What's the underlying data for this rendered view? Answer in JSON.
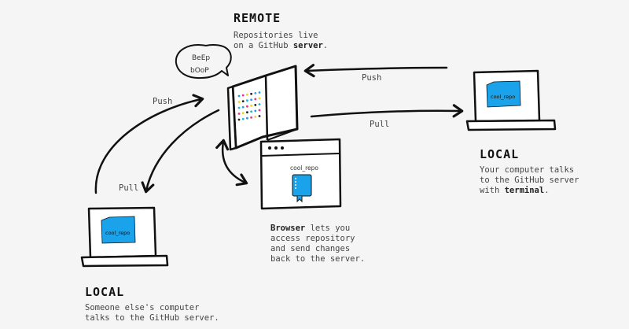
{
  "remote": {
    "heading": "REMOTE",
    "desc_a": "Repositories live\non a GitHub ",
    "desc_bold": "server",
    "desc_b": "."
  },
  "bubble": {
    "line1": "BeEp",
    "line2": "bOoP"
  },
  "local_right": {
    "heading": "LOCAL",
    "desc_a": "Your computer talks\nto the GitHub server\nwith ",
    "desc_bold": "terminal",
    "desc_b": ".",
    "folder_label": "cool_repo"
  },
  "local_left": {
    "heading": "LOCAL",
    "desc": "Someone else's computer\ntalks to the GitHub server.",
    "folder_label": "cool_repo"
  },
  "browser": {
    "repo_label": "cool_repo",
    "desc_bold": "Browser",
    "desc_rest": " lets you\naccess repository\nand send changes\nback to the server."
  },
  "arrows": {
    "push_left": "Push",
    "pull_left": "Pull",
    "push_right": "Push",
    "pull_right": "Pull"
  },
  "colors": {
    "ink": "#111111",
    "folder": "#1aa3ea",
    "background": "#f5f5f5",
    "led_palette": [
      "#1aa3ea",
      "#e8348a",
      "#f2d21b",
      "#222222",
      "#20b8d8"
    ]
  }
}
